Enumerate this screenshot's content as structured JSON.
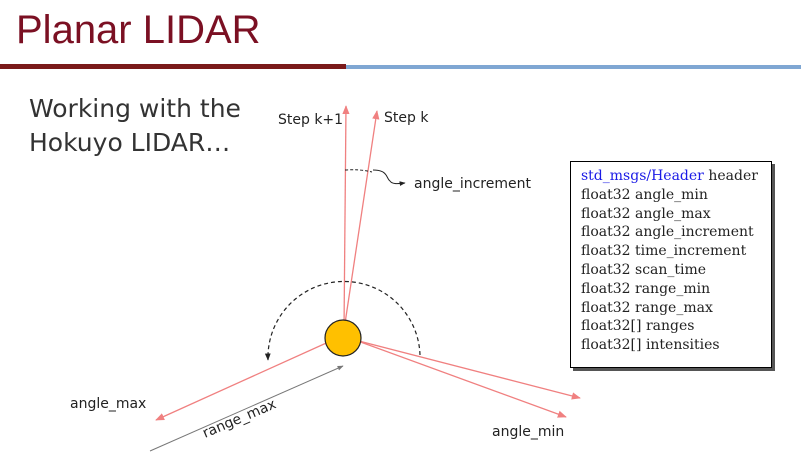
{
  "title": "Planar LIDAR",
  "subtitle": "Working with the Hokuyo LIDAR…",
  "labels": {
    "step_k1": "Step k+1",
    "step_k": "Step k",
    "angle_increment": "angle_increment",
    "angle_max": "angle_max",
    "angle_min": "angle_min",
    "range_max": "range_max"
  },
  "message": [
    {
      "type": "std_msgs/Header",
      "name": "header",
      "link": true
    },
    {
      "type": "float32",
      "name": "angle_min"
    },
    {
      "type": "float32",
      "name": "angle_max"
    },
    {
      "type": "float32",
      "name": "angle_increment"
    },
    {
      "type": "float32",
      "name": "time_increment"
    },
    {
      "type": "float32",
      "name": "scan_time"
    },
    {
      "type": "float32",
      "name": "range_min"
    },
    {
      "type": "float32",
      "name": "range_max"
    },
    {
      "type": "float32[]",
      "name": "ranges"
    },
    {
      "type": "float32[]",
      "name": "intensities"
    }
  ],
  "colors": {
    "title": "#7b1023",
    "ray": "#f08080",
    "sensor_fill": "#ffc000",
    "link": "#1a1ae6"
  }
}
